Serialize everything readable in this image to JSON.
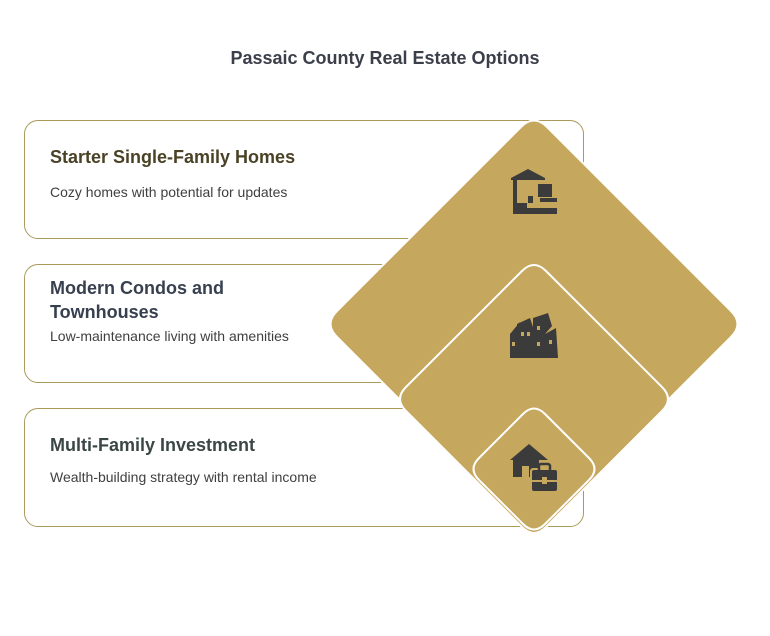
{
  "title": "Passaic County Real Estate Options",
  "colors": {
    "gold": "#c6a75e",
    "card_border": "#ac9a5a",
    "icon": "#3b3b3b",
    "title_text": "#3a3f4a"
  },
  "options": [
    {
      "title": "Starter Single-Family Homes",
      "description": "Cozy homes with potential for updates",
      "icon": "house-icon",
      "title_color": "#4a4226"
    },
    {
      "title": "Modern Condos and Townhouses",
      "description": "Low-maintenance living with amenities",
      "icon": "buildings-icon",
      "title_color": "#384050"
    },
    {
      "title": "Multi-Family Investment",
      "description": "Wealth-building strategy with rental income",
      "icon": "house-briefcase-icon",
      "title_color": "#3a4744"
    }
  ]
}
